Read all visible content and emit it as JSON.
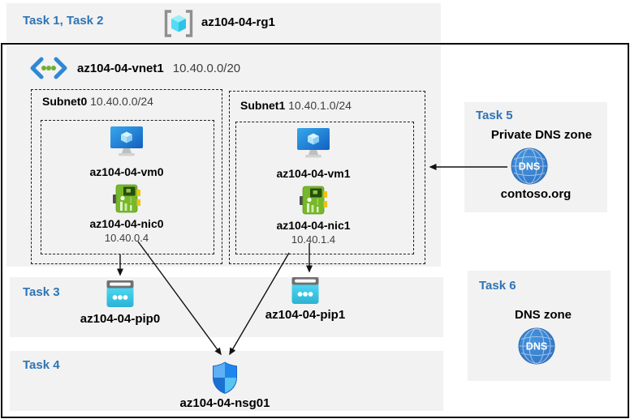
{
  "header": {
    "task_label": "Task 1, Task 2",
    "resource_group": "az104-04-rg1"
  },
  "vnet": {
    "name": "az104-04-vnet1",
    "cidr": "10.40.0.0/20",
    "subnets": [
      {
        "name": "Subnet0",
        "cidr": "10.40.0.0/24",
        "vm": "az104-04-vm0",
        "nic": "az104-04-nic0",
        "ip": "10.40.0.4"
      },
      {
        "name": "Subnet1",
        "cidr": "10.40.1.0/24",
        "vm": "az104-04-vm1",
        "nic": "az104-04-nic1",
        "ip": "10.40.1.4"
      }
    ]
  },
  "task3": {
    "label": "Task 3",
    "pip0": "az104-04-pip0",
    "pip1": "az104-04-pip1"
  },
  "task4": {
    "label": "Task 4",
    "nsg": "az104-04-nsg01"
  },
  "task5": {
    "label": "Task 5",
    "title": "Private DNS zone",
    "zone": "contoso.org",
    "dns_icon_text": "DNS"
  },
  "task6": {
    "label": "Task 6",
    "title": "DNS zone",
    "dns_icon_text": "DNS"
  },
  "icons": {
    "resource_group": "resource-group-cube-icon",
    "virtual_network": "vnet-chevron-icon",
    "virtual_machine": "vm-monitor-icon",
    "network_interface": "nic-card-icon",
    "public_ip": "public-ip-icon",
    "nsg": "nsg-shield-icon",
    "dns": "dns-globe-icon"
  },
  "colors": {
    "task_blue": "#2E74B5",
    "box_gray": "#F2F2F2",
    "border_black": "#0A0A0A",
    "vm_blue": "#1B72D0",
    "nic_green": "#76B82A",
    "nic_yellow": "#F0C30F",
    "pip_cyan": "#3AC8E8",
    "nsg_blue": "#2488EC",
    "dns_blue": "#2F7FD0",
    "cube_cyan": "#53DCF5",
    "vnet_chevron_blue": "#2F88D4",
    "vnet_dot_green": "#6FAE33"
  }
}
